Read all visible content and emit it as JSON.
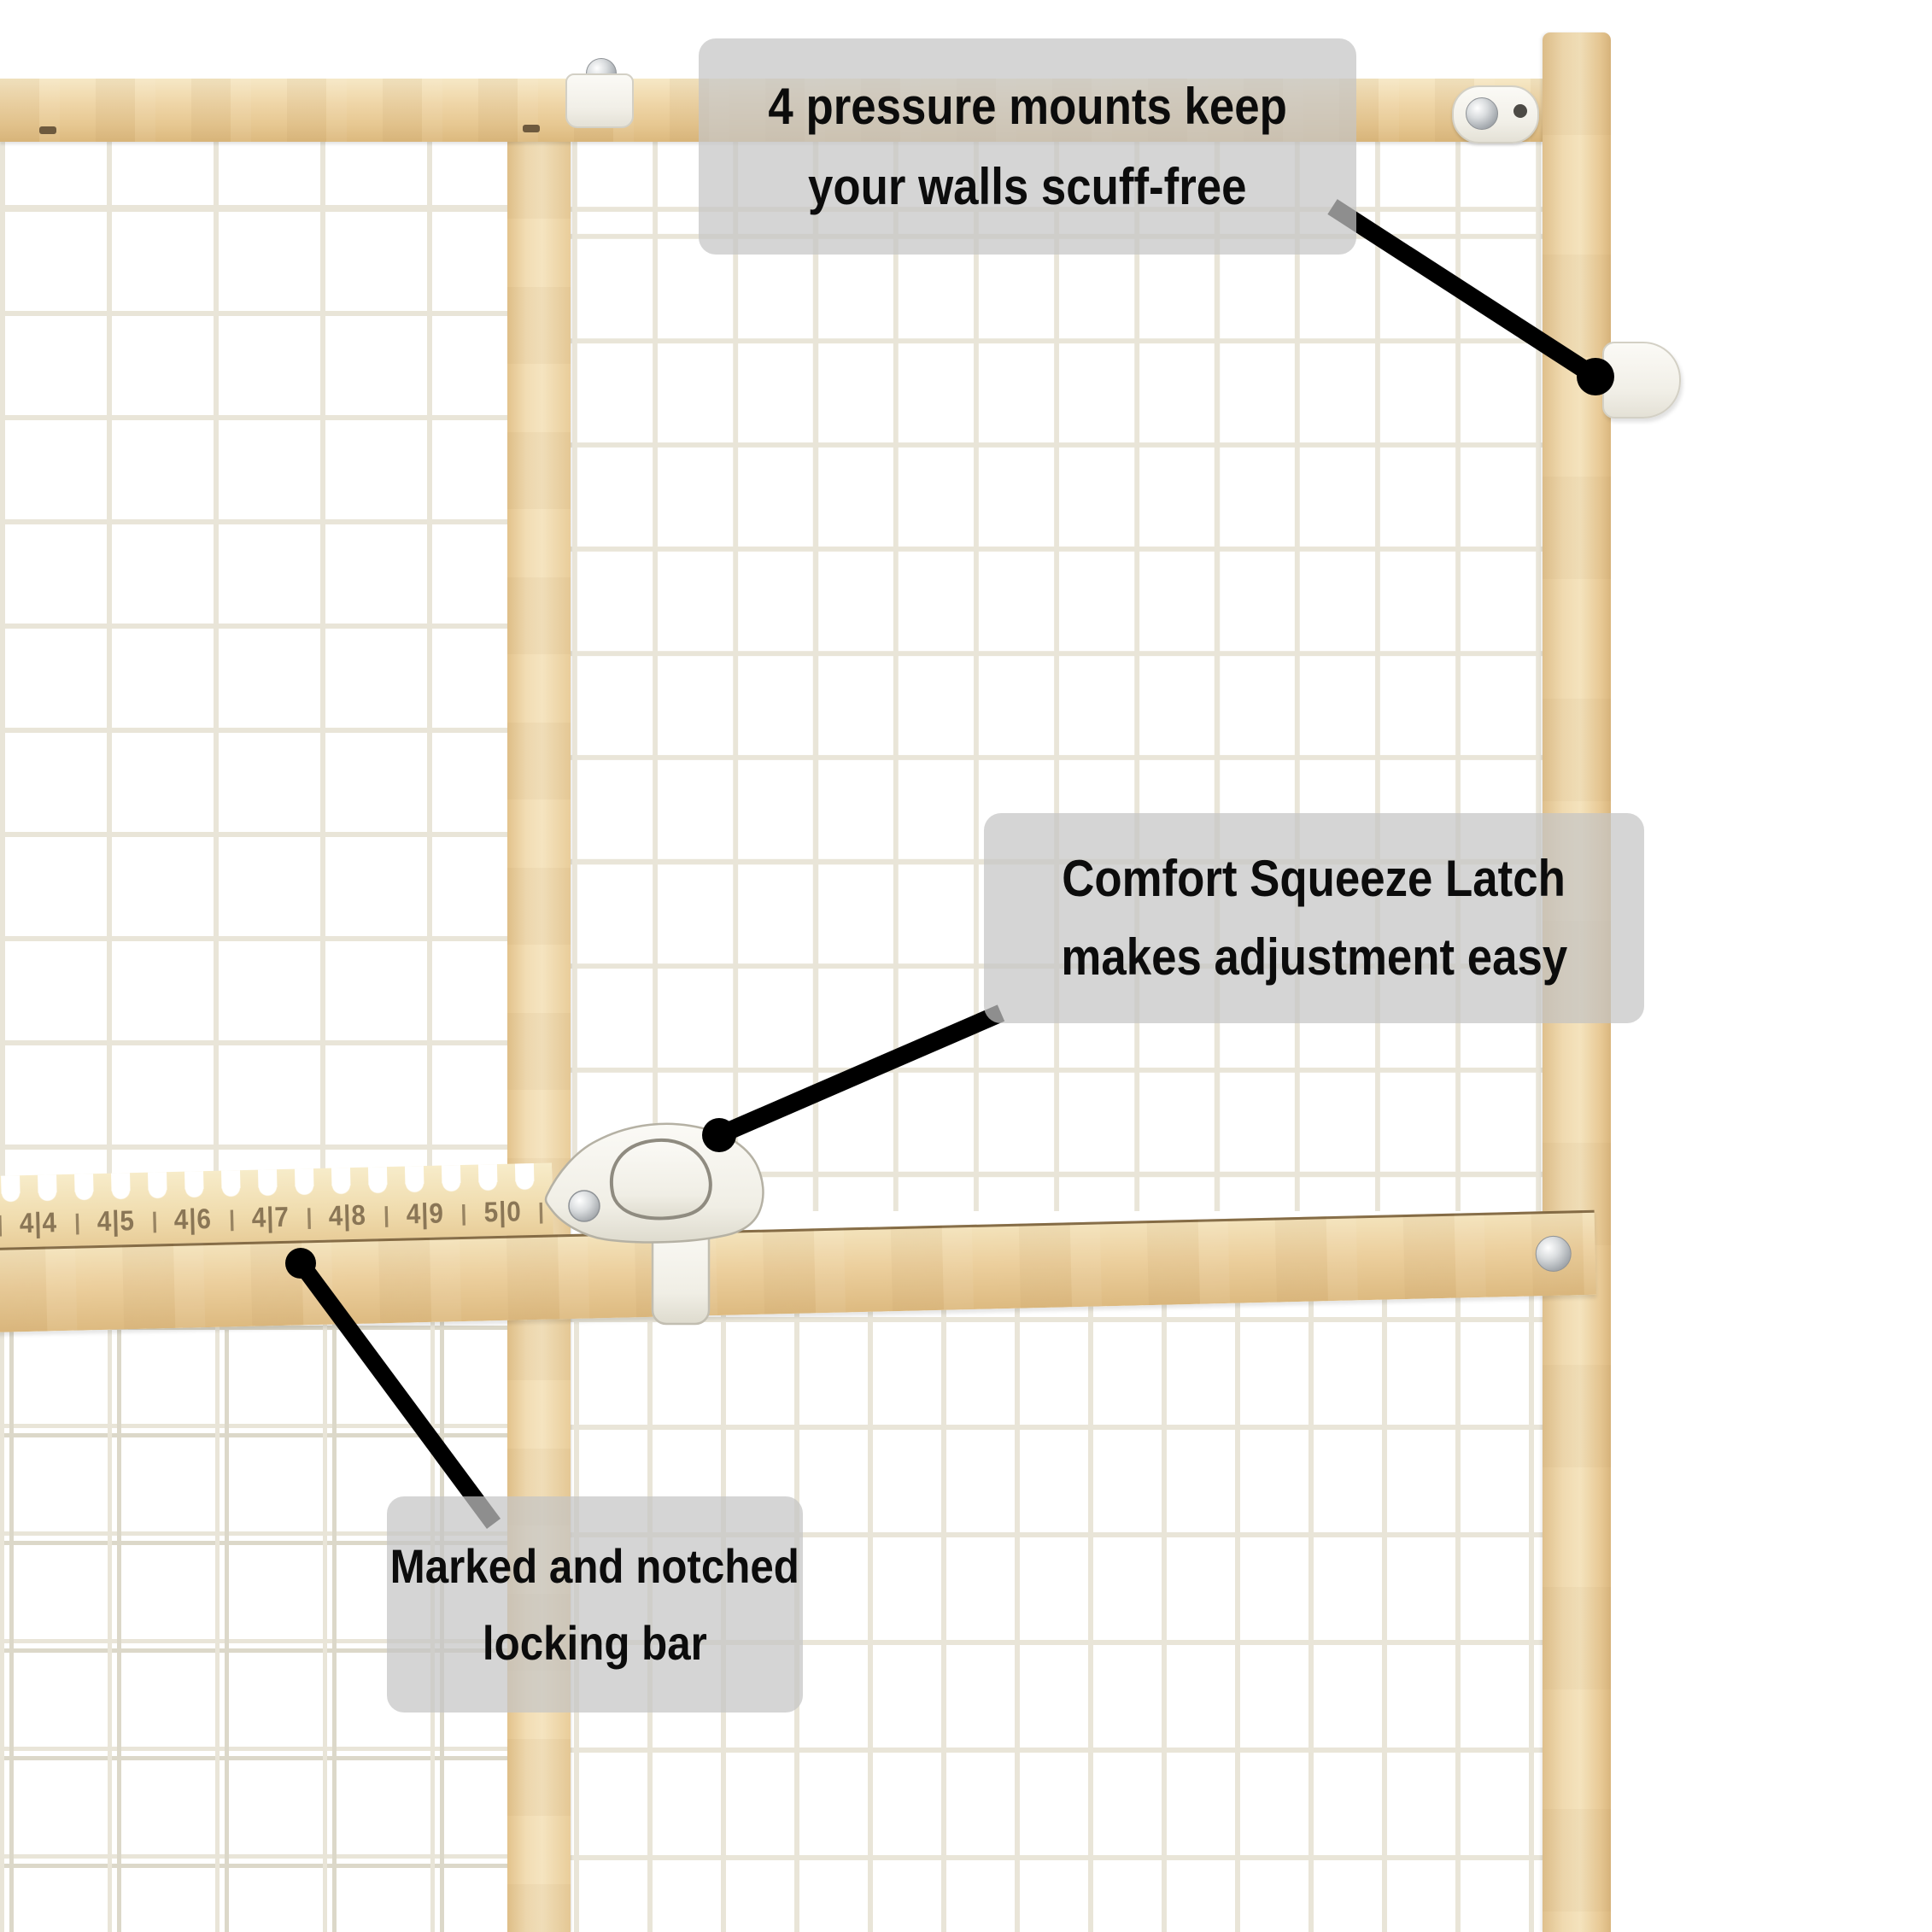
{
  "callouts": [
    {
      "name": "pressure-mounts",
      "line1": "4 pressure mounts keep",
      "line2": "your walls scuff-free"
    },
    {
      "name": "comfort-squeeze-latch",
      "line1": "Comfort Squeeze Latch",
      "line2": "makes adjustment easy"
    },
    {
      "name": "locking-bar",
      "line1": "Marked and notched",
      "line2": "locking bar"
    }
  ],
  "locking_bar": {
    "tick": "|",
    "labels": [
      "4|4",
      "4|5",
      "4|6",
      "4|7",
      "4|8",
      "4|9",
      "5|0"
    ]
  },
  "colors": {
    "background": "#ffffff",
    "wood": "#eed6a8",
    "wire_mesh": "#e9e5d8",
    "callout_background": "rgba(197,197,197,0.72)",
    "callout_text": "#0c0c0c",
    "arrow": "#000000",
    "latch_plastic": "#f3f1ea",
    "scale_text": "#8a7656"
  }
}
